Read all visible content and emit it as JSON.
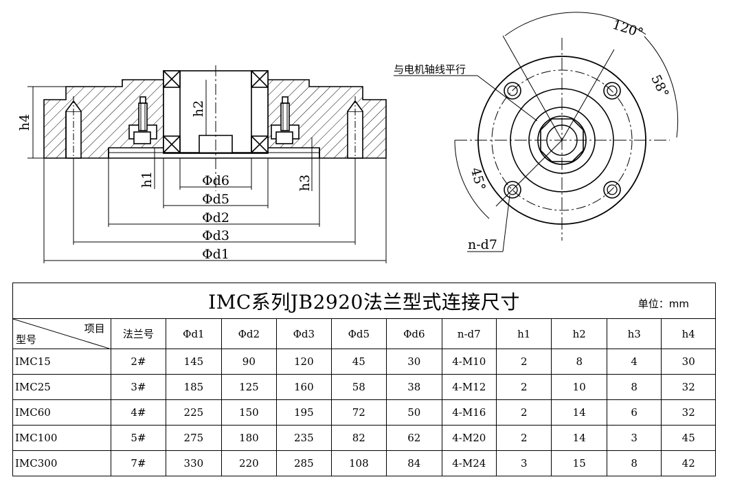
{
  "drawing": {
    "labels": {
      "h4": "h4",
      "h2": "h2",
      "h1": "h1",
      "h3": "h3",
      "d6": "Φd6",
      "d5": "Φd5",
      "d2": "Φd2",
      "d3": "Φd3",
      "d1": "Φd1",
      "angle_120": "120°",
      "angle_58": "58°",
      "angle_45": "45°",
      "parallel_note": "与电机轴线平行",
      "hole_callout": "n-d7"
    }
  },
  "table": {
    "title": "IMC系列JB2920法兰型式连接尺寸",
    "unit": "单位：mm",
    "corner_top": "项目",
    "corner_bottom": "型号",
    "headers": [
      "法兰号",
      "Φd1",
      "Φd2",
      "Φd3",
      "Φd5",
      "Φd6",
      "n-d7",
      "h1",
      "h2",
      "h3",
      "h4"
    ],
    "rows": [
      {
        "model": "IMC15",
        "cells": [
          "2#",
          "145",
          "90",
          "120",
          "45",
          "30",
          "4-M10",
          "2",
          "8",
          "4",
          "30"
        ]
      },
      {
        "model": "IMC25",
        "cells": [
          "3#",
          "185",
          "125",
          "160",
          "58",
          "38",
          "4-M12",
          "2",
          "10",
          "8",
          "32"
        ]
      },
      {
        "model": "IMC60",
        "cells": [
          "4#",
          "225",
          "150",
          "195",
          "72",
          "50",
          "4-M16",
          "2",
          "14",
          "6",
          "32"
        ]
      },
      {
        "model": "IMC100",
        "cells": [
          "5#",
          "275",
          "180",
          "235",
          "82",
          "62",
          "4-M20",
          "2",
          "14",
          "3",
          "45"
        ]
      },
      {
        "model": "IMC300",
        "cells": [
          "7#",
          "330",
          "220",
          "285",
          "108",
          "84",
          "4-M24",
          "3",
          "15",
          "8",
          "42"
        ]
      }
    ]
  }
}
